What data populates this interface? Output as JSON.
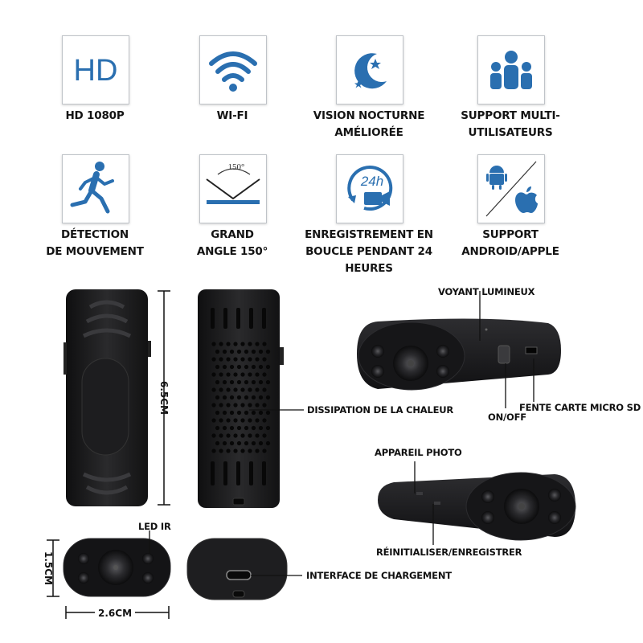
{
  "features": [
    {
      "id": "hd",
      "label": "HD 1080P",
      "icon": "hd-icon",
      "icon_text": "HD"
    },
    {
      "id": "wifi",
      "label": "WI-FI",
      "icon": "wifi-icon"
    },
    {
      "id": "night",
      "label": "VISION NOCTURNE\nAMÉLIORÉE",
      "icon": "moon-star-icon"
    },
    {
      "id": "multi",
      "label": "SUPPORT MULTI-\nUTILISATEURS",
      "icon": "users-icon"
    },
    {
      "id": "motion",
      "label": "DÉTECTION\nDE MOUVEMENT",
      "icon": "running-man-icon"
    },
    {
      "id": "angle",
      "label": "GRAND\nANGLE 150°",
      "icon": "wide-angle-icon",
      "icon_text": "150°"
    },
    {
      "id": "loop",
      "label": "ENREGISTREMENT EN\nBOUCLE PENDANT 24 HEURES",
      "icon": "loop-24h-icon",
      "icon_text": "24h"
    },
    {
      "id": "os",
      "label": "SUPPORT\nANDROID/APPLE",
      "icon": "android-apple-icon"
    }
  ],
  "annotations": {
    "indicator": "VOYANT LUMINEUX",
    "heat": "DISSIPATION DE LA CHALEUR",
    "onoff": "ON/OFF",
    "sd": "FENTE CARTE MICRO SD",
    "camera": "APPAREIL PHOTO",
    "reset": "RÉINITIALISER/ENREGISTRER",
    "ir": "LED IR",
    "charging": "INTERFACE DE CHARGEMENT"
  },
  "dimensions": {
    "height": "6.5CM",
    "thickness": "1.5CM",
    "width": "2.6CM"
  },
  "colors": {
    "icon_blue": "#2a6fb0",
    "border": "#bfc3c8",
    "device_dark": "#1b1b1d"
  }
}
